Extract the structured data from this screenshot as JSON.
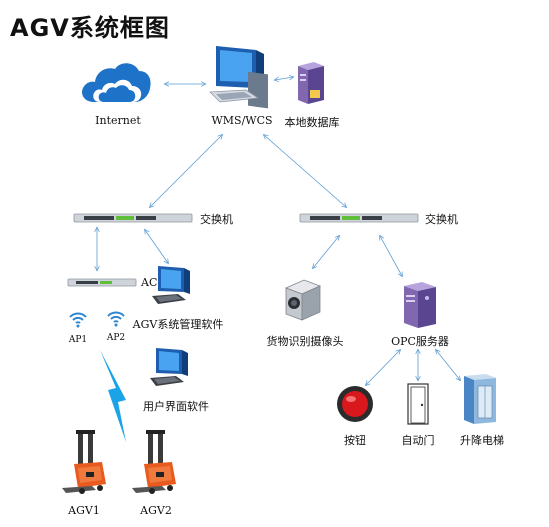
{
  "title": "AGV系统框图",
  "nodes": {
    "internet": "Internet",
    "wms": "WMS/WCS",
    "db": "本地数据库",
    "switch_left": "交换机",
    "switch_right": "交换机",
    "ac": "AC",
    "agv_software": "AGV系统管理软件",
    "ap1": "AP1",
    "ap2": "AP2",
    "user_ui": "用户界面软件",
    "camera": "货物识别摄像头",
    "opc": "OPC服务器",
    "button": "按钮",
    "auto_door": "自动门",
    "elevator": "升降电梯",
    "agv1": "AGV1",
    "agv2": "AGV2"
  },
  "colors": {
    "link": "#5b9bd5",
    "cloud": "#1e73c8",
    "server_purple": "#8067b0",
    "monitor_blue": "#2d6fc0",
    "agv_orange": "#e85a1e",
    "button_red": "#d8181c",
    "lightning": "#1aa3e6"
  },
  "icons": [
    "cloud-icon",
    "workstation-icon",
    "database-server-icon",
    "network-switch-icon",
    "wifi-icon",
    "computer-icon",
    "camera-icon",
    "server-icon",
    "push-button-icon",
    "door-icon",
    "elevator-icon",
    "forklift-agv-icon",
    "lightning-icon"
  ]
}
